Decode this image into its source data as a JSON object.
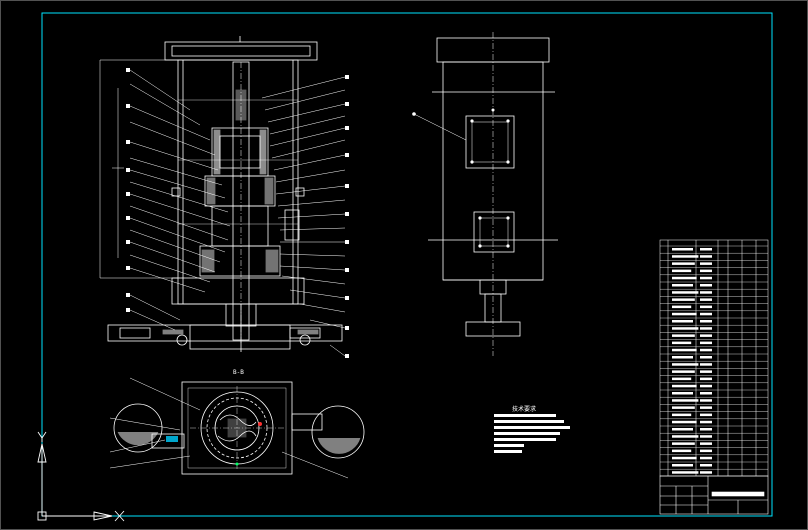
{
  "drawing": {
    "background": "#000000",
    "line_color": "#ffffff",
    "frame_color": "#00e5ff",
    "accent_red": "#ff3030",
    "accent_cyan": "#00d0ff",
    "accent_green": "#00ff66"
  },
  "views": {
    "section_label": "B-B",
    "notes_title": "技术要求"
  },
  "ucs": {
    "x_axis": "X",
    "y_axis": "Y"
  }
}
